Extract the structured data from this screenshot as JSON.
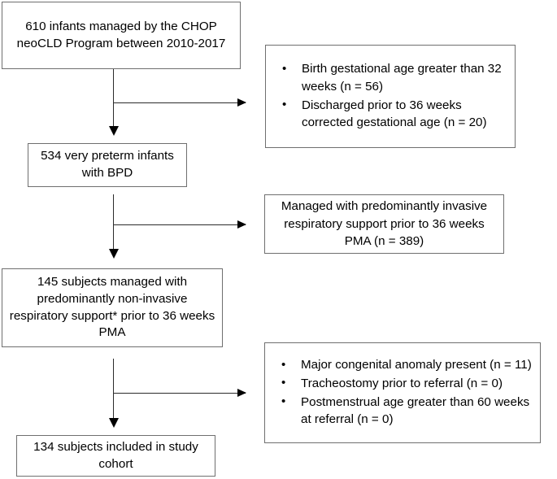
{
  "figure": {
    "type": "flowchart",
    "orientation": "vertical-with-right-exclusions",
    "colors": {
      "box_border": "#6f6f6f",
      "connector": "#2b2b2b",
      "text": "#000000",
      "background": "#ffffff"
    }
  },
  "nodes": {
    "enrollment": {
      "id": "node-enrollment",
      "text": "610 infants managed by the CHOP neoCLD Program between 2010-2017",
      "count": 610
    },
    "very_preterm_bpd": {
      "id": "node-very-preterm-bpd",
      "text": "534 very preterm infants with BPD",
      "count": 534
    },
    "noninvasive_support": {
      "id": "node-noninvasive-support",
      "text": "145 subjects managed with predominantly non-invasive respiratory support* prior to 36 weeks PMA",
      "count": 145
    },
    "study_cohort": {
      "id": "node-study-cohort",
      "text": "134 subjects included in study cohort",
      "count": 134
    }
  },
  "exclusions": [
    {
      "id": "exclusion-group-1",
      "items": [
        "Birth gestational age greater than 32 weeks (n = 56)",
        "Discharged prior to 36 weeks corrected gestational age (n = 20)"
      ]
    },
    {
      "id": "exclusion-group-2",
      "items": [
        "Managed with predominantly invasive respiratory support prior to 36 weeks PMA (n = 389)"
      ]
    },
    {
      "id": "exclusion-group-3",
      "items": [
        "Major congenital anomaly present (n = 11)",
        "Tracheostomy prior to referral (n = 0)",
        "Postmenstrual age greater than 60 weeks at referral (n = 0)"
      ]
    }
  ],
  "chart_data": {
    "type": "flow",
    "title": "",
    "steps": [
      {
        "label": "610 infants managed by the CHOP neoCLD Program between 2010-2017",
        "n": 610
      },
      {
        "label": "534 very preterm infants with BPD",
        "n": 534
      },
      {
        "label": "145 subjects managed with predominantly non-invasive respiratory support* prior to 36 weeks PMA",
        "n": 145
      },
      {
        "label": "134 subjects included in study cohort",
        "n": 134
      }
    ],
    "exclusions": [
      {
        "after_step": 1,
        "reasons": [
          {
            "label": "Birth gestational age greater than 32 weeks",
            "n": 56
          },
          {
            "label": "Discharged prior to 36 weeks corrected gestational age",
            "n": 20
          }
        ]
      },
      {
        "after_step": 2,
        "reasons": [
          {
            "label": "Managed with predominantly invasive respiratory support prior to 36 weeks PMA",
            "n": 389
          }
        ]
      },
      {
        "after_step": 3,
        "reasons": [
          {
            "label": "Major congenital anomaly present",
            "n": 11
          },
          {
            "label": "Tracheostomy prior to referral",
            "n": 0
          },
          {
            "label": "Postmenstrual age greater than 60 weeks at referral",
            "n": 0
          }
        ]
      }
    ]
  }
}
